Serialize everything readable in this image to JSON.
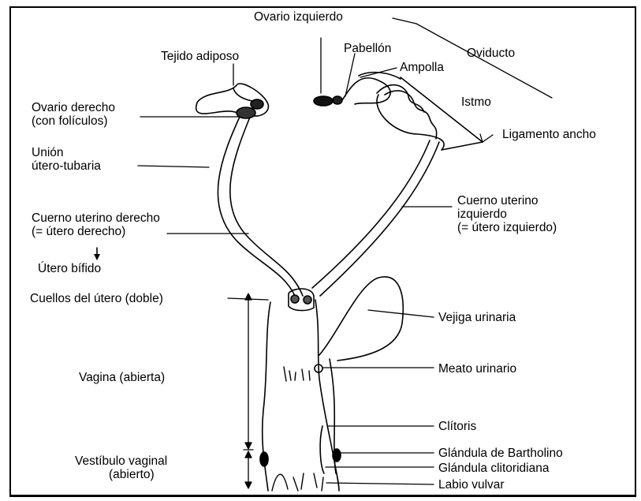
{
  "labels": {
    "ovario_izquierdo": "Ovario izquierdo",
    "pabellon": "Pabellón",
    "oviducto": "Oviducto",
    "ampolla": "Ampolla",
    "tejido_adiposo": "Tejido adiposo",
    "istmo": "Istmo",
    "ovario_derecho_1": "Ovario derecho",
    "ovario_derecho_2": "(con folículos)",
    "ligamento_ancho": "Ligamento ancho",
    "union_1": "Unión",
    "union_2": "útero-tubaria",
    "cuerno_izq_1": "Cuerno uterino",
    "cuerno_izq_2": "izquierdo",
    "cuerno_izq_3": "(= útero izquierdo)",
    "cuerno_der_1": "Cuerno uterino derecho",
    "cuerno_der_2": "(= útero derecho)",
    "arrow_glyph": "↓",
    "utero_bifido": "Útero bífido",
    "cuellos": "Cuellos del útero (doble)",
    "vejiga": "Vejiga urinaria",
    "meato": "Meato urinario",
    "vagina": "Vagina (abierta)",
    "clitoris": "Clítoris",
    "vestibulo_1": "Vestíbulo vaginal",
    "vestibulo_2": "(abierto)",
    "bartholino": "Glándula de Bartholino",
    "clitoridiana": "Glándula clitoridiana",
    "labio": "Labio vulvar"
  },
  "colors": {
    "ink": "#000000",
    "background": "#ffffff"
  }
}
